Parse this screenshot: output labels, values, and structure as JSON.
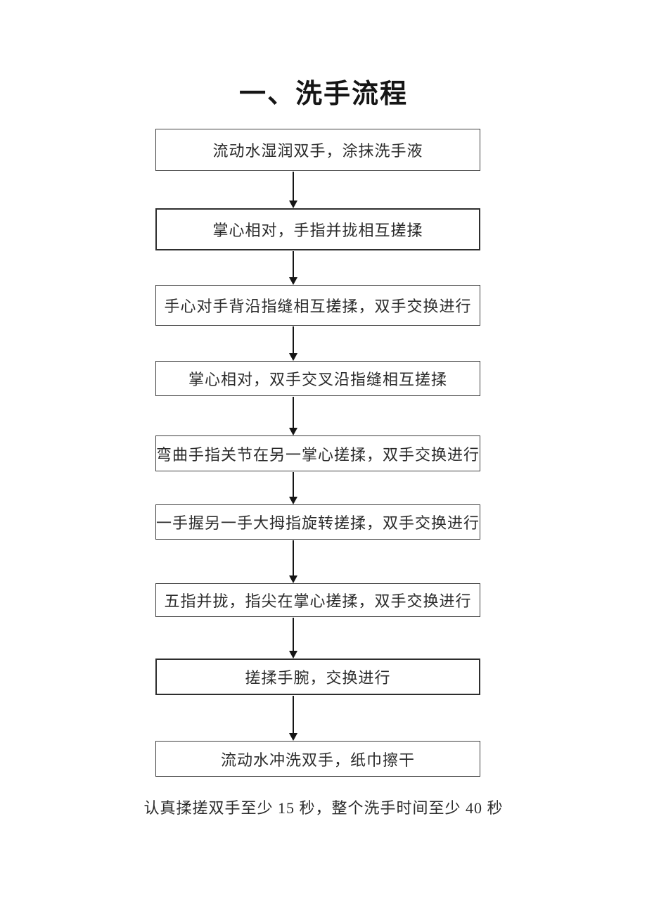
{
  "page": {
    "title": "一、洗手流程",
    "footnote": "认真揉搓双手至少 15 秒，整个洗手时间至少 40 秒",
    "background_color": "#ffffff",
    "ink_color": "#1f1f1f"
  },
  "flowchart": {
    "connector_icon": "arrow-down",
    "steps": [
      {
        "label": "流动水湿润双手，涂抹洗手液"
      },
      {
        "label": "掌心相对，手指并拢相互搓揉"
      },
      {
        "label": "手心对手背沿指缝相互搓揉，双手交换进行"
      },
      {
        "label": "掌心相对，双手交叉沿指缝相互搓揉"
      },
      {
        "label": "弯曲手指关节在另一掌心搓揉，双手交换进行"
      },
      {
        "label": "一手握另一手大拇指旋转搓揉，双手交换进行"
      },
      {
        "label": "五指并拢，指尖在掌心搓揉，双手交换进行"
      },
      {
        "label": "搓揉手腕，交换进行"
      },
      {
        "label": "流动水冲洗双手，纸巾擦干"
      }
    ]
  }
}
